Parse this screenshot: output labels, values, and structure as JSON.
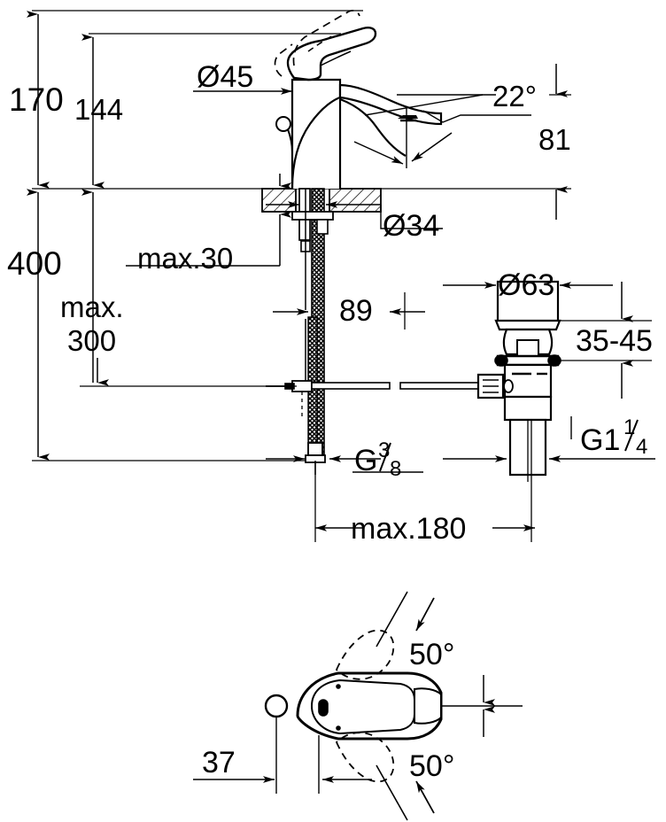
{
  "drawing": {
    "title": "Single-lever basin mixer dimensional drawing",
    "units": "mm",
    "line_color": "#000000",
    "background_color": "#ffffff"
  },
  "views": {
    "elevation": {
      "name": "front-elevation-view",
      "description": "Single-lever basin mixer mounted through counter with flexible supply hoses, pop-up waste rod and drain body"
    },
    "top": {
      "name": "top-plan-view",
      "description": "Plan view of lever handle showing swivel range"
    }
  },
  "dimensions": {
    "elevation": [
      {
        "id": "dim-170",
        "label": "170",
        "type": "vertical",
        "note": "overall height to spout top"
      },
      {
        "id": "dim-144",
        "label": "144",
        "type": "vertical",
        "note": "height to spout outlet"
      },
      {
        "id": "dim-400",
        "label": "400",
        "type": "vertical",
        "note": "supply hose length"
      },
      {
        "id": "dim-max300",
        "label": "max.\n300",
        "label_line1": "max.",
        "label_line2": "300",
        "type": "vertical",
        "note": "max distance to pop-up rod"
      },
      {
        "id": "dim-d45",
        "label": "Ø45",
        "type": "leader",
        "note": "body diameter"
      },
      {
        "id": "dim-d34",
        "label": "Ø34",
        "type": "leader",
        "note": "tap hole diameter"
      },
      {
        "id": "dim-max30",
        "label": "max.30",
        "type": "vertical",
        "note": "max counter thickness"
      },
      {
        "id": "dim-22deg",
        "label": "22°",
        "type": "angle",
        "note": "spout angle"
      },
      {
        "id": "dim-81",
        "label": "81",
        "type": "vertical",
        "note": "spout projection height"
      },
      {
        "id": "dim-89",
        "label": "89",
        "type": "horizontal",
        "note": "distance to pop-up rod"
      },
      {
        "id": "dim-d63",
        "label": "Ø63",
        "type": "horizontal",
        "note": "drain flange diameter"
      },
      {
        "id": "dim-35-45",
        "label": "35-45",
        "type": "vertical",
        "note": "drain body adjustment range"
      },
      {
        "id": "dim-g38",
        "label": "G",
        "fraction_numerator": "3",
        "fraction_denominator": "8",
        "type": "leader",
        "note": "supply thread G 3/8"
      },
      {
        "id": "dim-g114",
        "label": "G1",
        "fraction_numerator": "1",
        "fraction_denominator": "4",
        "type": "leader",
        "note": "waste thread G 1 1/4"
      },
      {
        "id": "dim-max180",
        "label": "max.180",
        "type": "horizontal",
        "note": "max distance mixer to drain"
      }
    ],
    "top_view": [
      {
        "id": "dim-50deg-upper",
        "label": "50°",
        "type": "angle",
        "note": "swivel range left"
      },
      {
        "id": "dim-50deg-lower",
        "label": "50°",
        "type": "angle",
        "note": "swivel range right"
      },
      {
        "id": "dim-37",
        "label": "37",
        "type": "horizontal",
        "note": "handle offset"
      }
    ]
  }
}
